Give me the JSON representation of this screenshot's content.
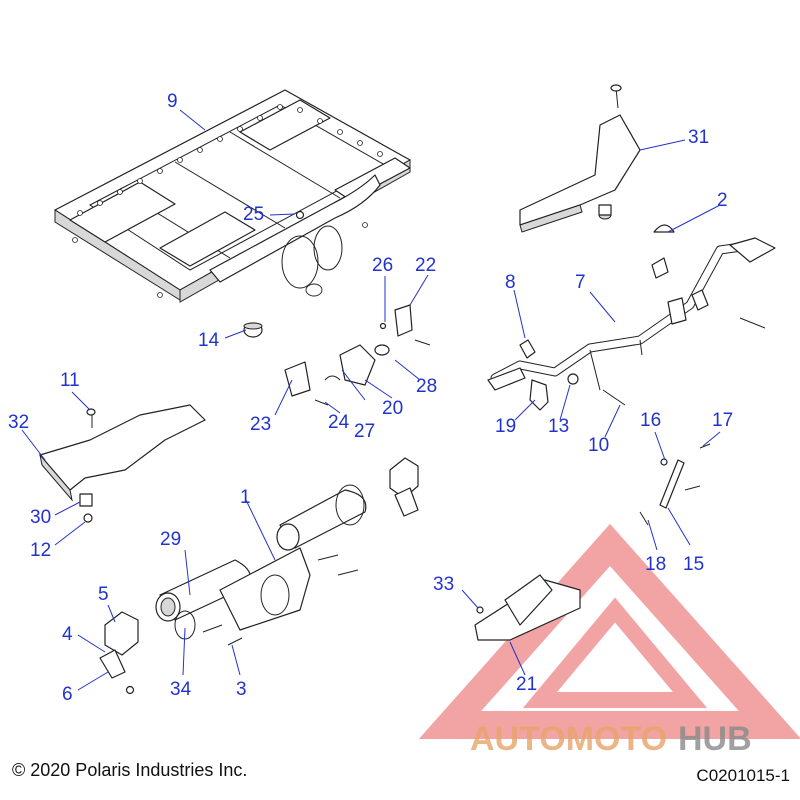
{
  "copyright": "© 2020 Polaris Industries Inc.",
  "diagram_code": "C0201015-1",
  "watermark": {
    "text_part1": "AUTOMOTO",
    "text_part2": "HUB",
    "color_main": "#e8a36a",
    "color_hub": "#8a8a8a",
    "triangle_color": "#e85a5a"
  },
  "label_color": "#2233cc",
  "callouts": {
    "c1": "1",
    "c2": "2",
    "c3": "3",
    "c4": "4",
    "c5": "5",
    "c6": "6",
    "c7": "7",
    "c8": "8",
    "c9": "9",
    "c10": "10",
    "c11": "11",
    "c12": "12",
    "c13": "13",
    "c14": "14",
    "c15": "15",
    "c16": "16",
    "c17": "17",
    "c18": "18",
    "c19": "19",
    "c20": "20",
    "c21": "21",
    "c22": "22",
    "c23": "23",
    "c24": "24",
    "c25": "25",
    "c26": "26",
    "c27": "27",
    "c28": "28",
    "c29": "29",
    "c30": "30",
    "c31": "31",
    "c32": "32",
    "c33": "33",
    "c34": "34"
  }
}
